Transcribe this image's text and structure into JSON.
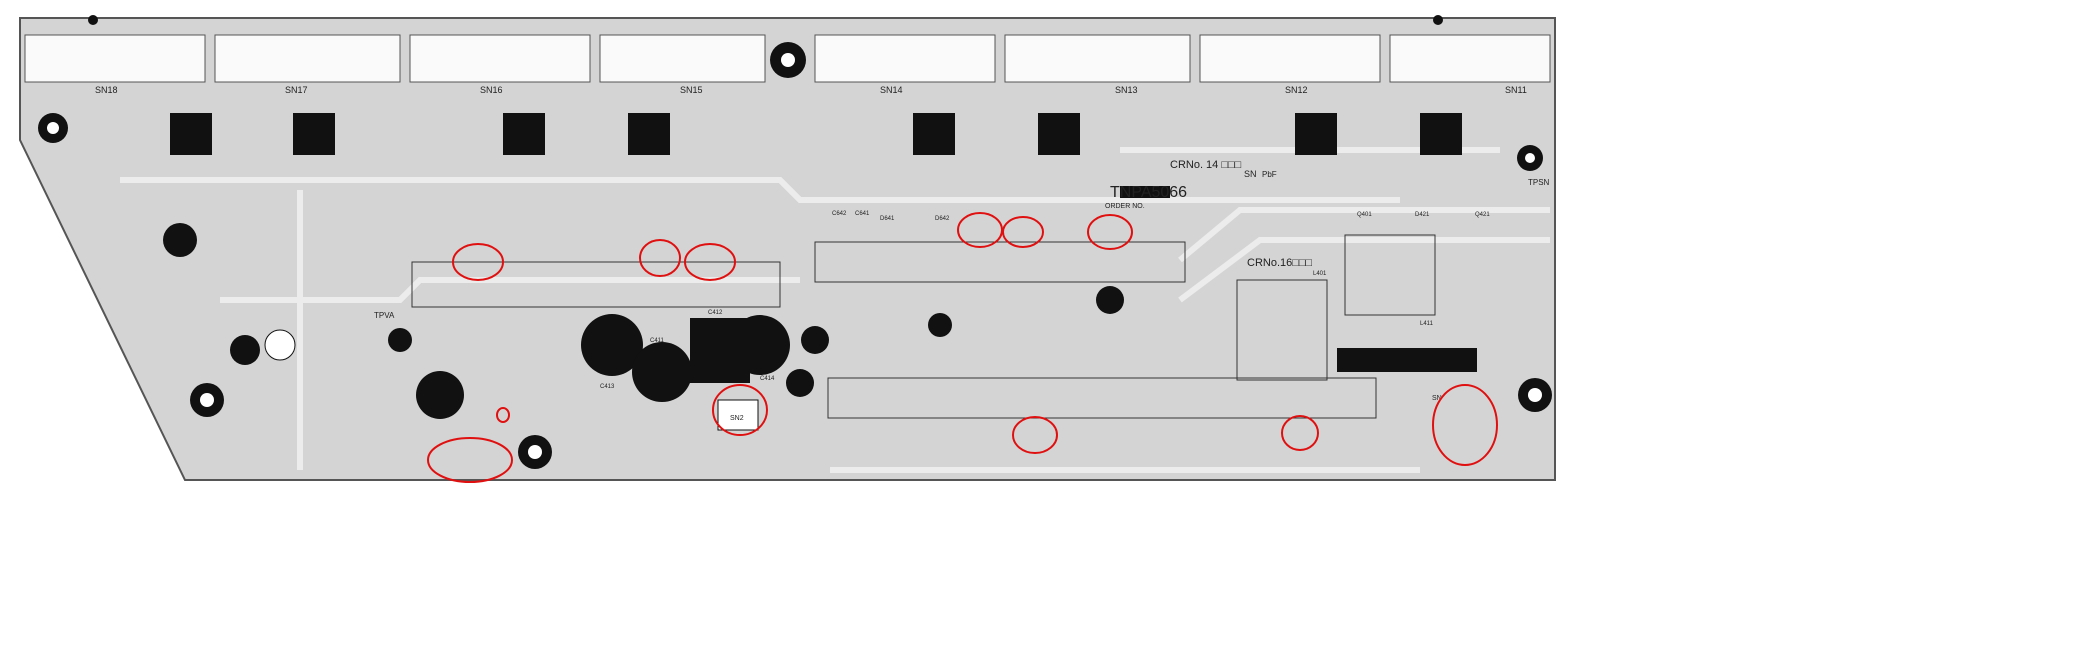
{
  "board": {
    "part_number": "TNPA5066",
    "order_label": "ORDER NO.",
    "crno_top": "CRNo. 14 □□□",
    "crno_bottom": "CRNo.16□□□",
    "sn_mark": "SN",
    "pbf_mark": "PbF"
  },
  "connectors": [
    {
      "label": "SN18"
    },
    {
      "label": "SN17"
    },
    {
      "label": "SN16"
    },
    {
      "label": "SN15"
    },
    {
      "label": "SN14"
    },
    {
      "label": "SN13"
    },
    {
      "label": "SN12"
    },
    {
      "label": "SN11"
    }
  ],
  "components": {
    "l401": "L401",
    "l411": "L411",
    "c411": "C411",
    "c412": "C412",
    "c413": "C413",
    "c414": "C414",
    "tpva": "TPVA",
    "tpsn": "TPSN",
    "sn2": "SN2",
    "c642": "C642",
    "c641": "C641",
    "d641": "D641",
    "d642": "D642",
    "d421": "D421",
    "q421": "Q421",
    "q401": "Q401",
    "sn": "SN"
  },
  "colors": {
    "board": "#d4d4d4",
    "trace": "#ececec",
    "ink": "#111111",
    "highlight": "#e01010"
  }
}
